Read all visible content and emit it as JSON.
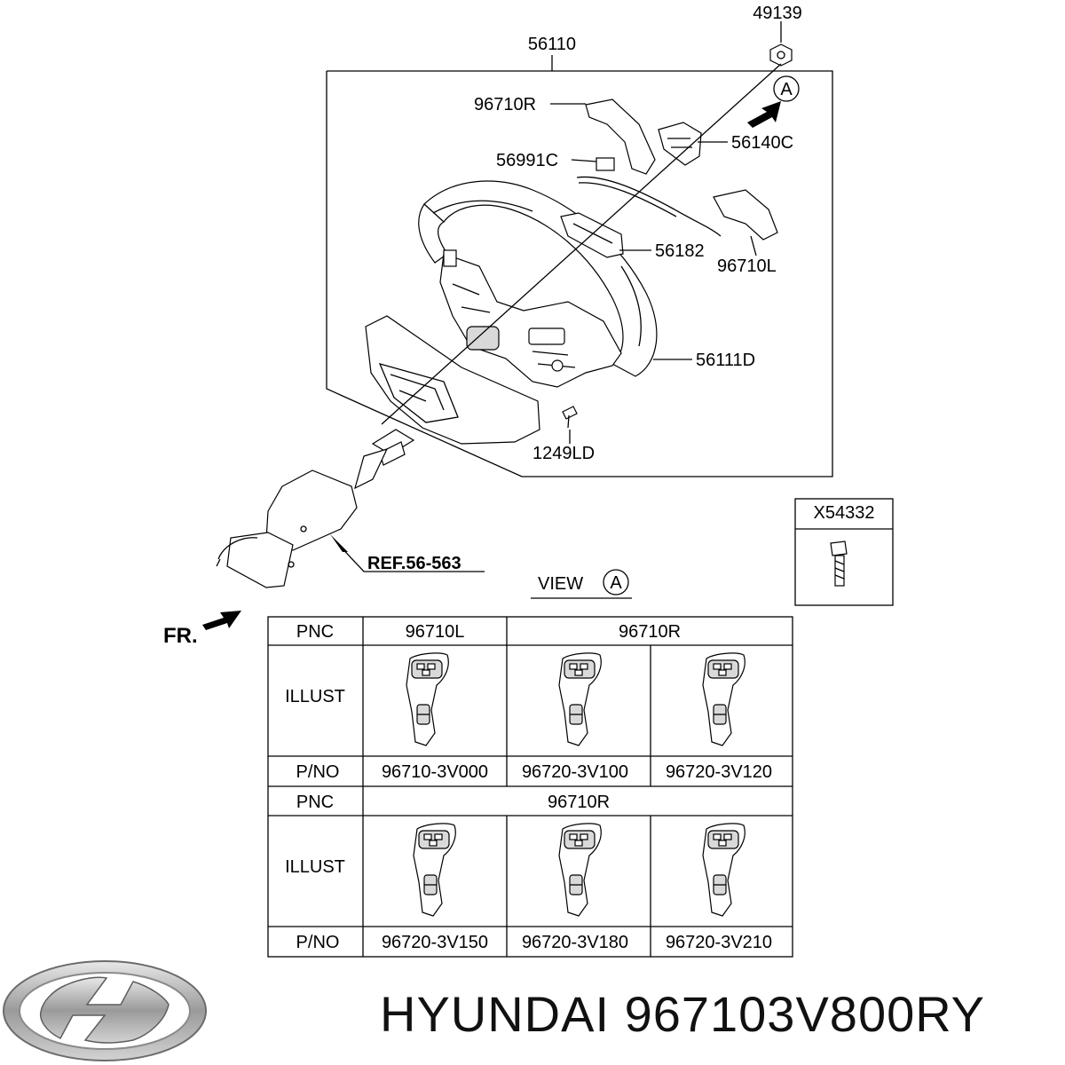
{
  "diagram": {
    "callouts": {
      "p49139": "49139",
      "p56110": "56110",
      "p96710R": "96710R",
      "p56140C": "56140C",
      "p56991C": "56991C",
      "p56182": "56182",
      "p96710L": "96710L",
      "p56111D": "56111D",
      "p1249LD": "1249LD",
      "ref": "REF.56-563",
      "view": "VIEW",
      "view_marker": "A",
      "detail_marker": "A",
      "fr": "FR."
    },
    "x_box": {
      "title": "X54332"
    }
  },
  "table": {
    "block1": {
      "pnc_label": "PNC",
      "pnc_left": "96710L",
      "pnc_right": "96710R",
      "illust_label": "ILLUST",
      "pno_label": "P/NO",
      "part_numbers": [
        "96710-3V000",
        "96720-3V100",
        "96720-3V120"
      ]
    },
    "block2": {
      "pnc_label": "PNC",
      "pnc": "96710R",
      "illust_label": "ILLUST",
      "pno_label": "P/NO",
      "part_numbers": [
        "96720-3V150",
        "96720-3V180",
        "96720-3V210"
      ]
    }
  },
  "footer": {
    "brand_text": "HYUNDAI 967103V800RY",
    "logo_name": "hyundai-logo"
  }
}
